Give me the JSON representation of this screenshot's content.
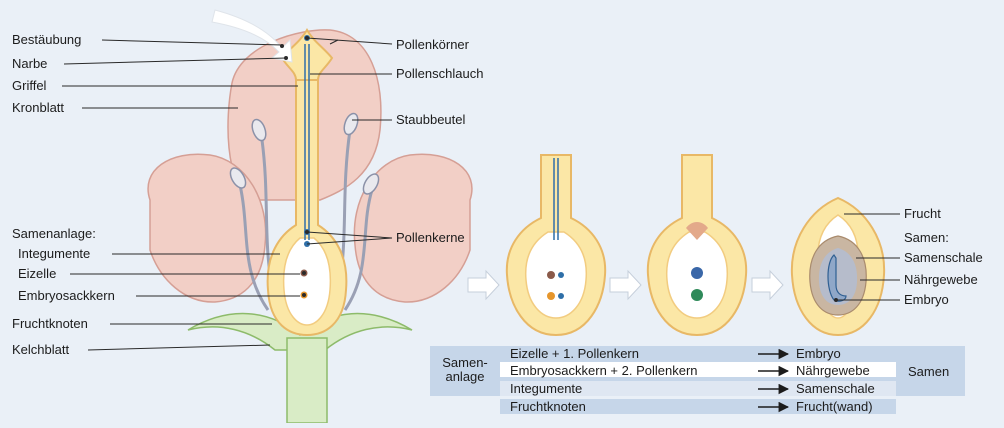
{
  "flower_labels": {
    "bestaeubung": "Bestäubung",
    "narbe": "Narbe",
    "griffel": "Griffel",
    "kronblatt": "Kronblatt",
    "samenanlage": "Samenanlage:",
    "integumente": "Integumente",
    "eizelle": "Eizelle",
    "embryosackkern": "Embryosackkern",
    "fruchtknoten": "Fruchtknoten",
    "kelchblatt": "Kelchblatt",
    "pollenkoerner": "Pollenkörner",
    "pollenschlauch": "Pollenschlauch",
    "staubbeutel": "Staubbeutel",
    "pollenkerne": "Pollenkerne"
  },
  "seed_labels": {
    "frucht": "Frucht",
    "samen": "Samen:",
    "samenschale": "Samenschale",
    "naehrgewebe": "Nährgewebe",
    "embryo": "Embryo"
  },
  "table": {
    "left_label": "Samen-\nanlage",
    "right_label": "Samen",
    "rows": [
      {
        "from": "Eizelle + 1. Pollenkern",
        "to": "Embryo"
      },
      {
        "from": "Embryosackkern + 2. Pollenkern",
        "to": "Nährgewebe"
      },
      {
        "from": "Integumente",
        "to": "Samenschale"
      },
      {
        "from": "Fruchtknoten",
        "to": "Frucht(wand)"
      }
    ]
  },
  "colors": {
    "background": "#eaf0f7",
    "petal": "#f2cfc6",
    "petal_edge": "#d59f95",
    "ovary": "#fbe7a6",
    "ovary_edge": "#e8b866",
    "green": "#d9ecc6",
    "green_edge": "#8dbb6a",
    "table_band": "#c6d6e9",
    "table_row": "#ffffff"
  }
}
